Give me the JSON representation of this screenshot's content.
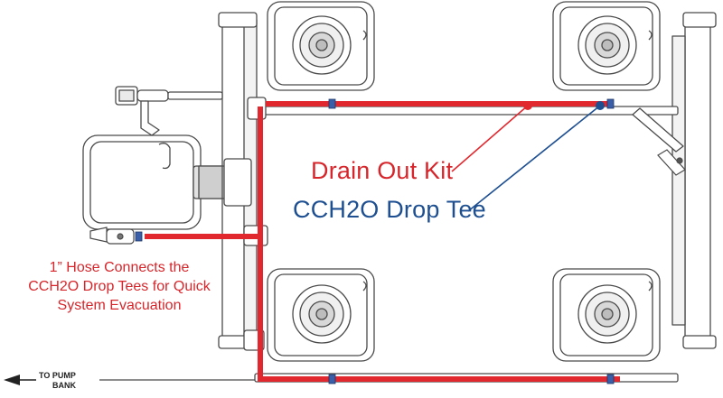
{
  "labels": {
    "drain_out_kit": "Drain Out Kit",
    "drop_tee": "CCH2O Drop Tee",
    "hose_note": "1” Hose Connects the CCH2O Drop Tees for Quick System Evacuation",
    "pump_line1": "TO PUMP",
    "pump_line2": "BANK"
  },
  "colors": {
    "drain_line": "#e0282e",
    "drop_tee": "#1d4f91",
    "outline": "#4a4a4a",
    "fill": "#ffffff"
  },
  "icons": [
    "arrow-left-icon",
    "bucket-icon",
    "ball-valve-icon",
    "drop-tee-icon",
    "drain-fitting-icon"
  ]
}
